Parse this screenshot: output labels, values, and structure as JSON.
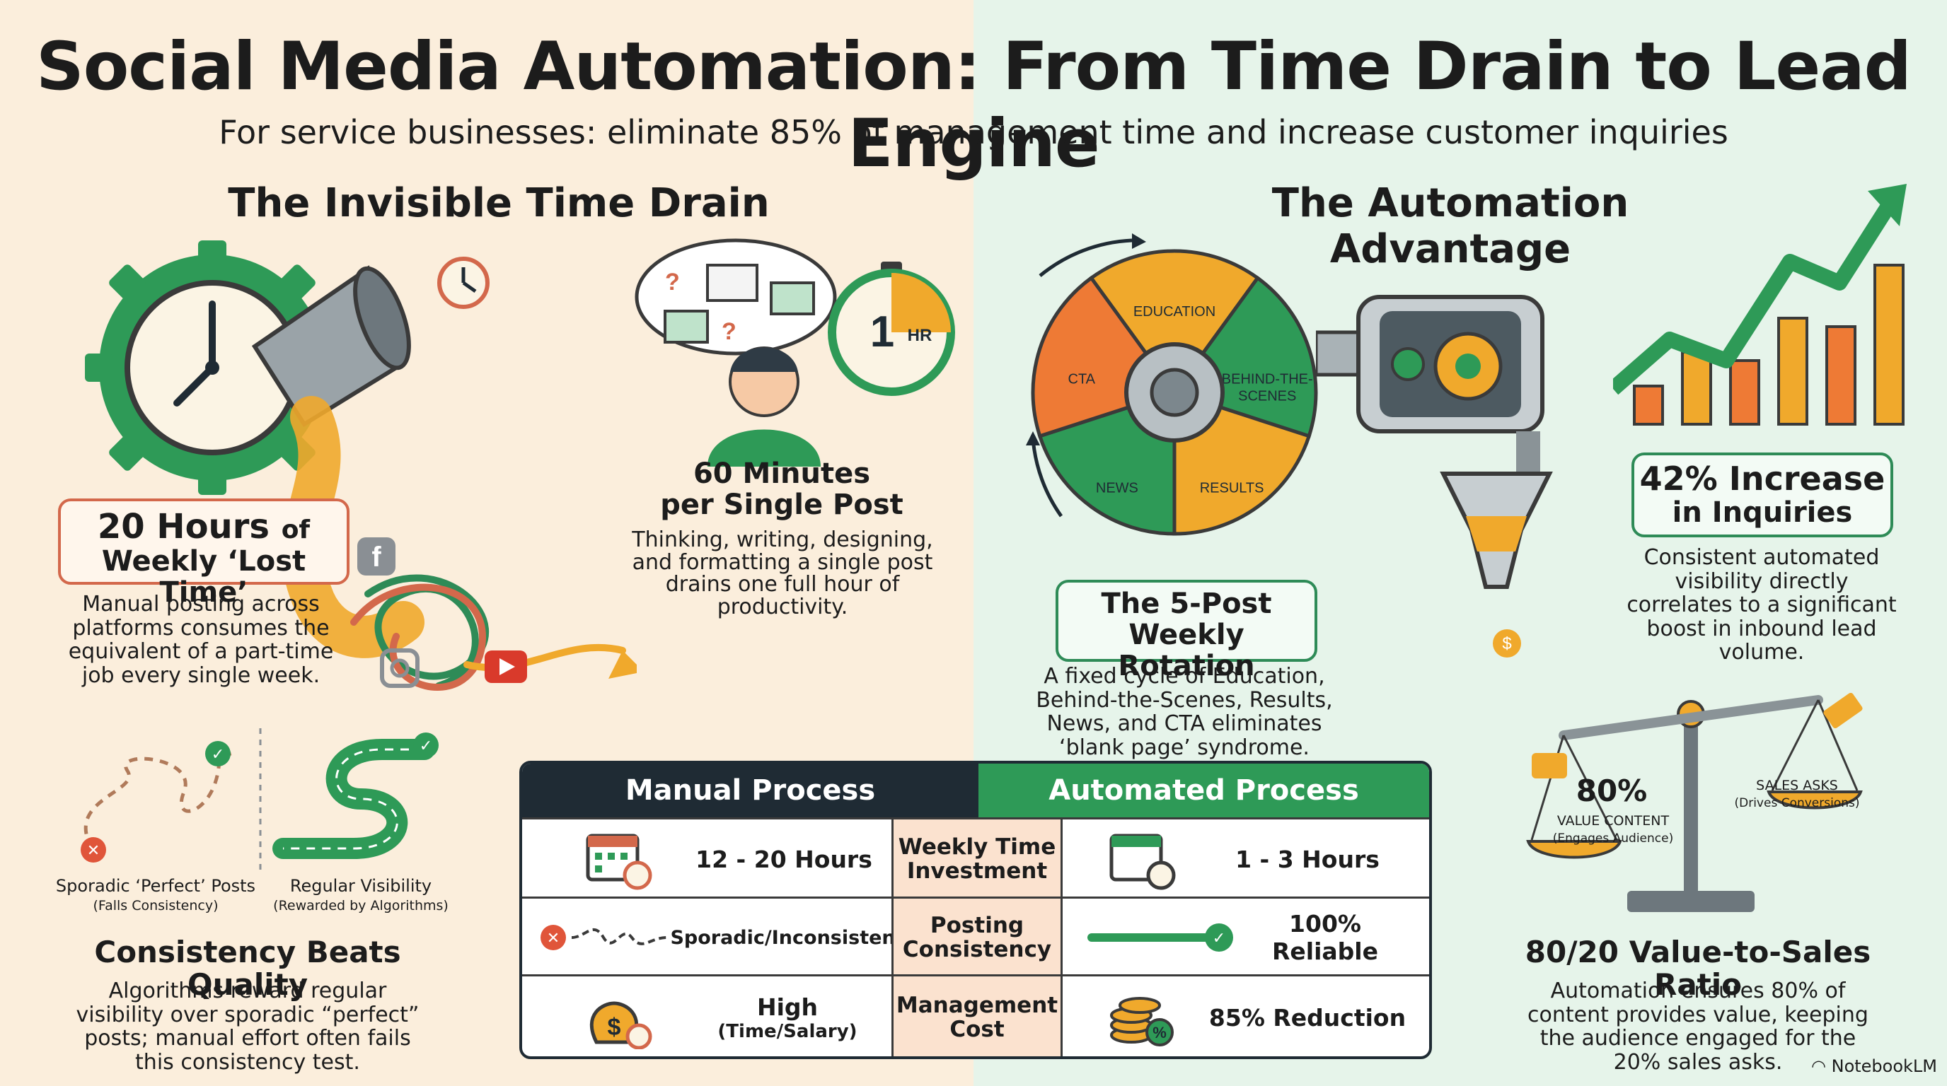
{
  "header": {
    "title": "Social Media Automation: From Time Drain to Lead Engine",
    "subtitle": "For service businesses: eliminate 85% of management time and increase customer inquiries"
  },
  "left": {
    "heading": "The Invisible Time Drain",
    "lost_time": {
      "line1_big": "20 Hours",
      "line1_small": "of",
      "line2": "Weekly ‘Lost Time’",
      "desc": "Manual posting across platforms consumes the equivalent of a part-time job every single week."
    },
    "per_post": {
      "title_line1": "60 Minutes",
      "title_line2": "per Single Post",
      "desc": "Thinking, writing, designing, and formatting a single post drains one full hour of productivity.",
      "timer_label": "1",
      "timer_unit": "HR"
    },
    "consistency": {
      "sporadic_label": "Sporadic ‘Perfect’ Posts",
      "sporadic_sub": "(Falls Consistency)",
      "regular_label": "Regular Visibility",
      "regular_sub": "(Rewarded by Algorithms)",
      "title": "Consistency Beats Quality",
      "desc": "Algorithms reward regular visibility over sporadic “perfect” posts; manual effort often fails this consistency test."
    }
  },
  "right": {
    "heading": "The Automation Advantage",
    "wheel": {
      "segments": [
        "EDUCATION",
        "BEHIND-THE-SCENES",
        "RESULTS",
        "NEWS",
        "CTA"
      ],
      "colors": [
        "#f0a92c",
        "#2e9a57",
        "#f0a92c",
        "#2e9a57",
        "#ee7a35"
      ]
    },
    "rotation": {
      "title_line1": "The 5-Post",
      "title_line2": "Weekly Rotation",
      "desc": "A fixed cycle of Education, Behind-the-Scenes, Results, News, and CTA eliminates ‘blank page’ syndrome."
    },
    "inquiries": {
      "title_line1": "42% Increase",
      "title_line2": "in Inquiries",
      "desc": "Consistent automated visibility directly correlates to a significant boost in inbound lead volume.",
      "bars": [
        0.18,
        0.34,
        0.3,
        0.5,
        0.46,
        0.75
      ]
    },
    "ratio": {
      "value_pct": "80%",
      "value_label": "VALUE CONTENT",
      "value_sub": "(Engages Audience)",
      "sales_label": "SALES ASKS",
      "sales_sub": "(Drives Conversions)",
      "title": "80/20 Value-to-Sales Ratio",
      "desc": "Automation ensures 80% of content provides value, keeping the audience engaged for the 20% sales asks."
    }
  },
  "table": {
    "manual_header": "Manual Process",
    "auto_header": "Automated Process",
    "rows": [
      {
        "metric": "Weekly Time Investment",
        "manual": "12 - 20 Hours",
        "manual_sub": "",
        "auto": "1 - 3 Hours"
      },
      {
        "metric": "Posting Consistency",
        "manual": "Sporadic/Inconsistent",
        "manual_sub": "",
        "auto": "100% Reliable"
      },
      {
        "metric": "Management Cost",
        "manual": "High",
        "manual_sub": "(Time/Salary)",
        "auto": "85% Reduction"
      }
    ]
  },
  "brand": "NotebookLM",
  "colors": {
    "green": "#2e8b57",
    "orange": "#ee7a35",
    "yellow": "#f0a92c",
    "red": "#d3684b",
    "dark": "#1f2b34"
  }
}
